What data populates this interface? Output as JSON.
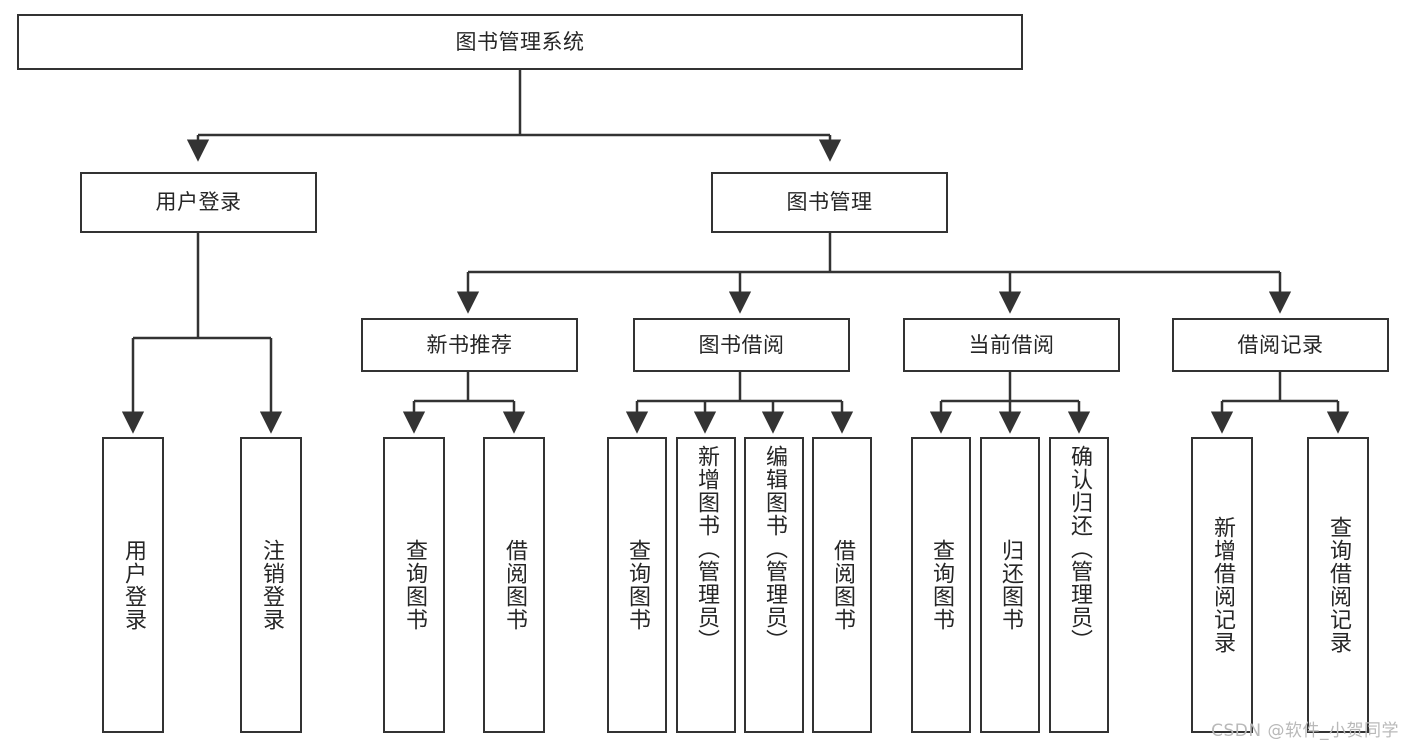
{
  "diagram": {
    "title": "图书管理系统",
    "type": "tree",
    "watermark": "CSDN @软件_小贺同学",
    "colors": {
      "background": "#ffffff",
      "border": "#333333",
      "text": "#262626",
      "connector": "#333333",
      "watermark": "#b9b9b9"
    },
    "root": {
      "label": "图书管理系统"
    },
    "level2": [
      {
        "label": "用户登录"
      },
      {
        "label": "图书管理"
      }
    ],
    "level3": [
      {
        "label": "新书推荐"
      },
      {
        "label": "图书借阅"
      },
      {
        "label": "当前借阅"
      },
      {
        "label": "借阅记录"
      }
    ],
    "leaves": {
      "user_login": [
        {
          "label": "用户登录"
        },
        {
          "label": "注销登录"
        }
      ],
      "new_book_recommend": [
        {
          "label": "查询图书"
        },
        {
          "label": "借阅图书"
        }
      ],
      "book_borrow": [
        {
          "label": "查询图书"
        },
        {
          "label": "新增图书（管理员）"
        },
        {
          "label": "编辑图书（管理员）"
        },
        {
          "label": "借阅图书"
        }
      ],
      "current_borrow": [
        {
          "label": "查询图书"
        },
        {
          "label": "归还图书"
        },
        {
          "label": "确认归还（管理员）"
        }
      ],
      "borrow_record": [
        {
          "label": "新增借阅记录"
        },
        {
          "label": "查询借阅记录"
        }
      ]
    }
  }
}
